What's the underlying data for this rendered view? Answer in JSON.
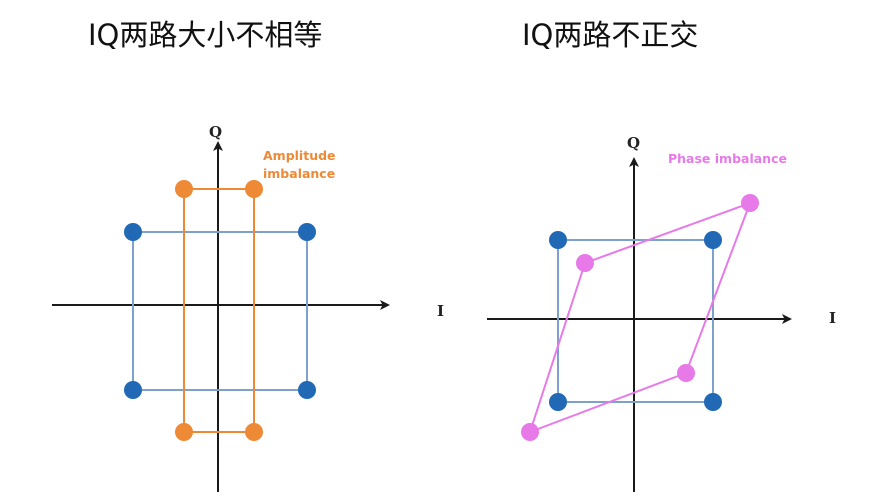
{
  "titles": {
    "left": "IQ两路大小不相等",
    "right": "IQ两路不正交"
  },
  "left_panel": {
    "axis_x_label": "I",
    "axis_y_label": "Q",
    "annotation_line1": "Amplitude",
    "annotation_line2": "imbalance",
    "annotation_color": "#ee8a36"
  },
  "right_panel": {
    "axis_x_label": "I",
    "axis_y_label": "Q",
    "annotation": "Phase imbalance",
    "annotation_color": "#e879e8"
  },
  "colors": {
    "ideal_point": "#2168b5",
    "ideal_line": "#7ea1cb",
    "amplitude_point": "#ee8a36",
    "phase_point": "#e879e8",
    "axis": "#1a1a1a"
  }
}
